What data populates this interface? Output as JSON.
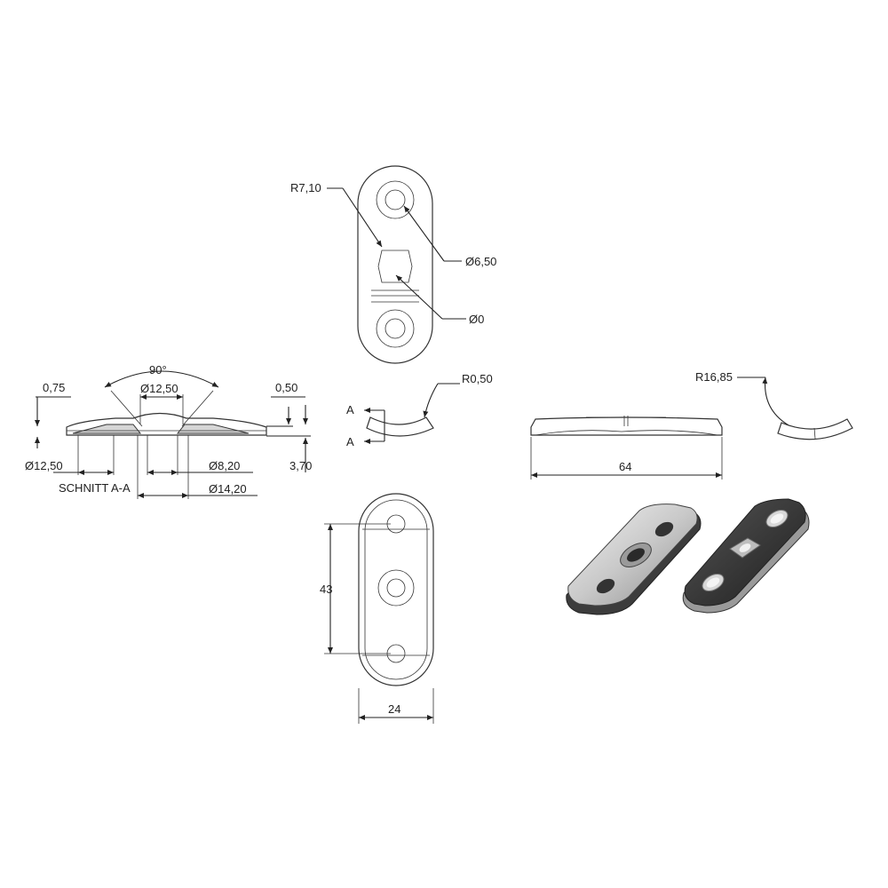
{
  "labels": {
    "r710": "R7,10",
    "d650": "Ø6,50",
    "d0": "Ø0",
    "angle90": "90°",
    "d1250_top": "Ø12,50",
    "t075": "0,75",
    "t050": "0,50",
    "d1250_bottom": "Ø12,50",
    "d820": "Ø8,20",
    "t370": "3,70",
    "schnitt": "SCHNITT A-A",
    "d1420": "Ø14,20",
    "r050": "R0,50",
    "sec_a_top": "A",
    "sec_a_bottom": "A",
    "r1685": "R16,85",
    "len64": "64",
    "len43": "43",
    "wid24": "24"
  },
  "colors": {
    "line": "#222222",
    "part_light": "#e4e4e4",
    "part_dark": "#3a3a3a",
    "part_mid": "#9a9a9a"
  }
}
